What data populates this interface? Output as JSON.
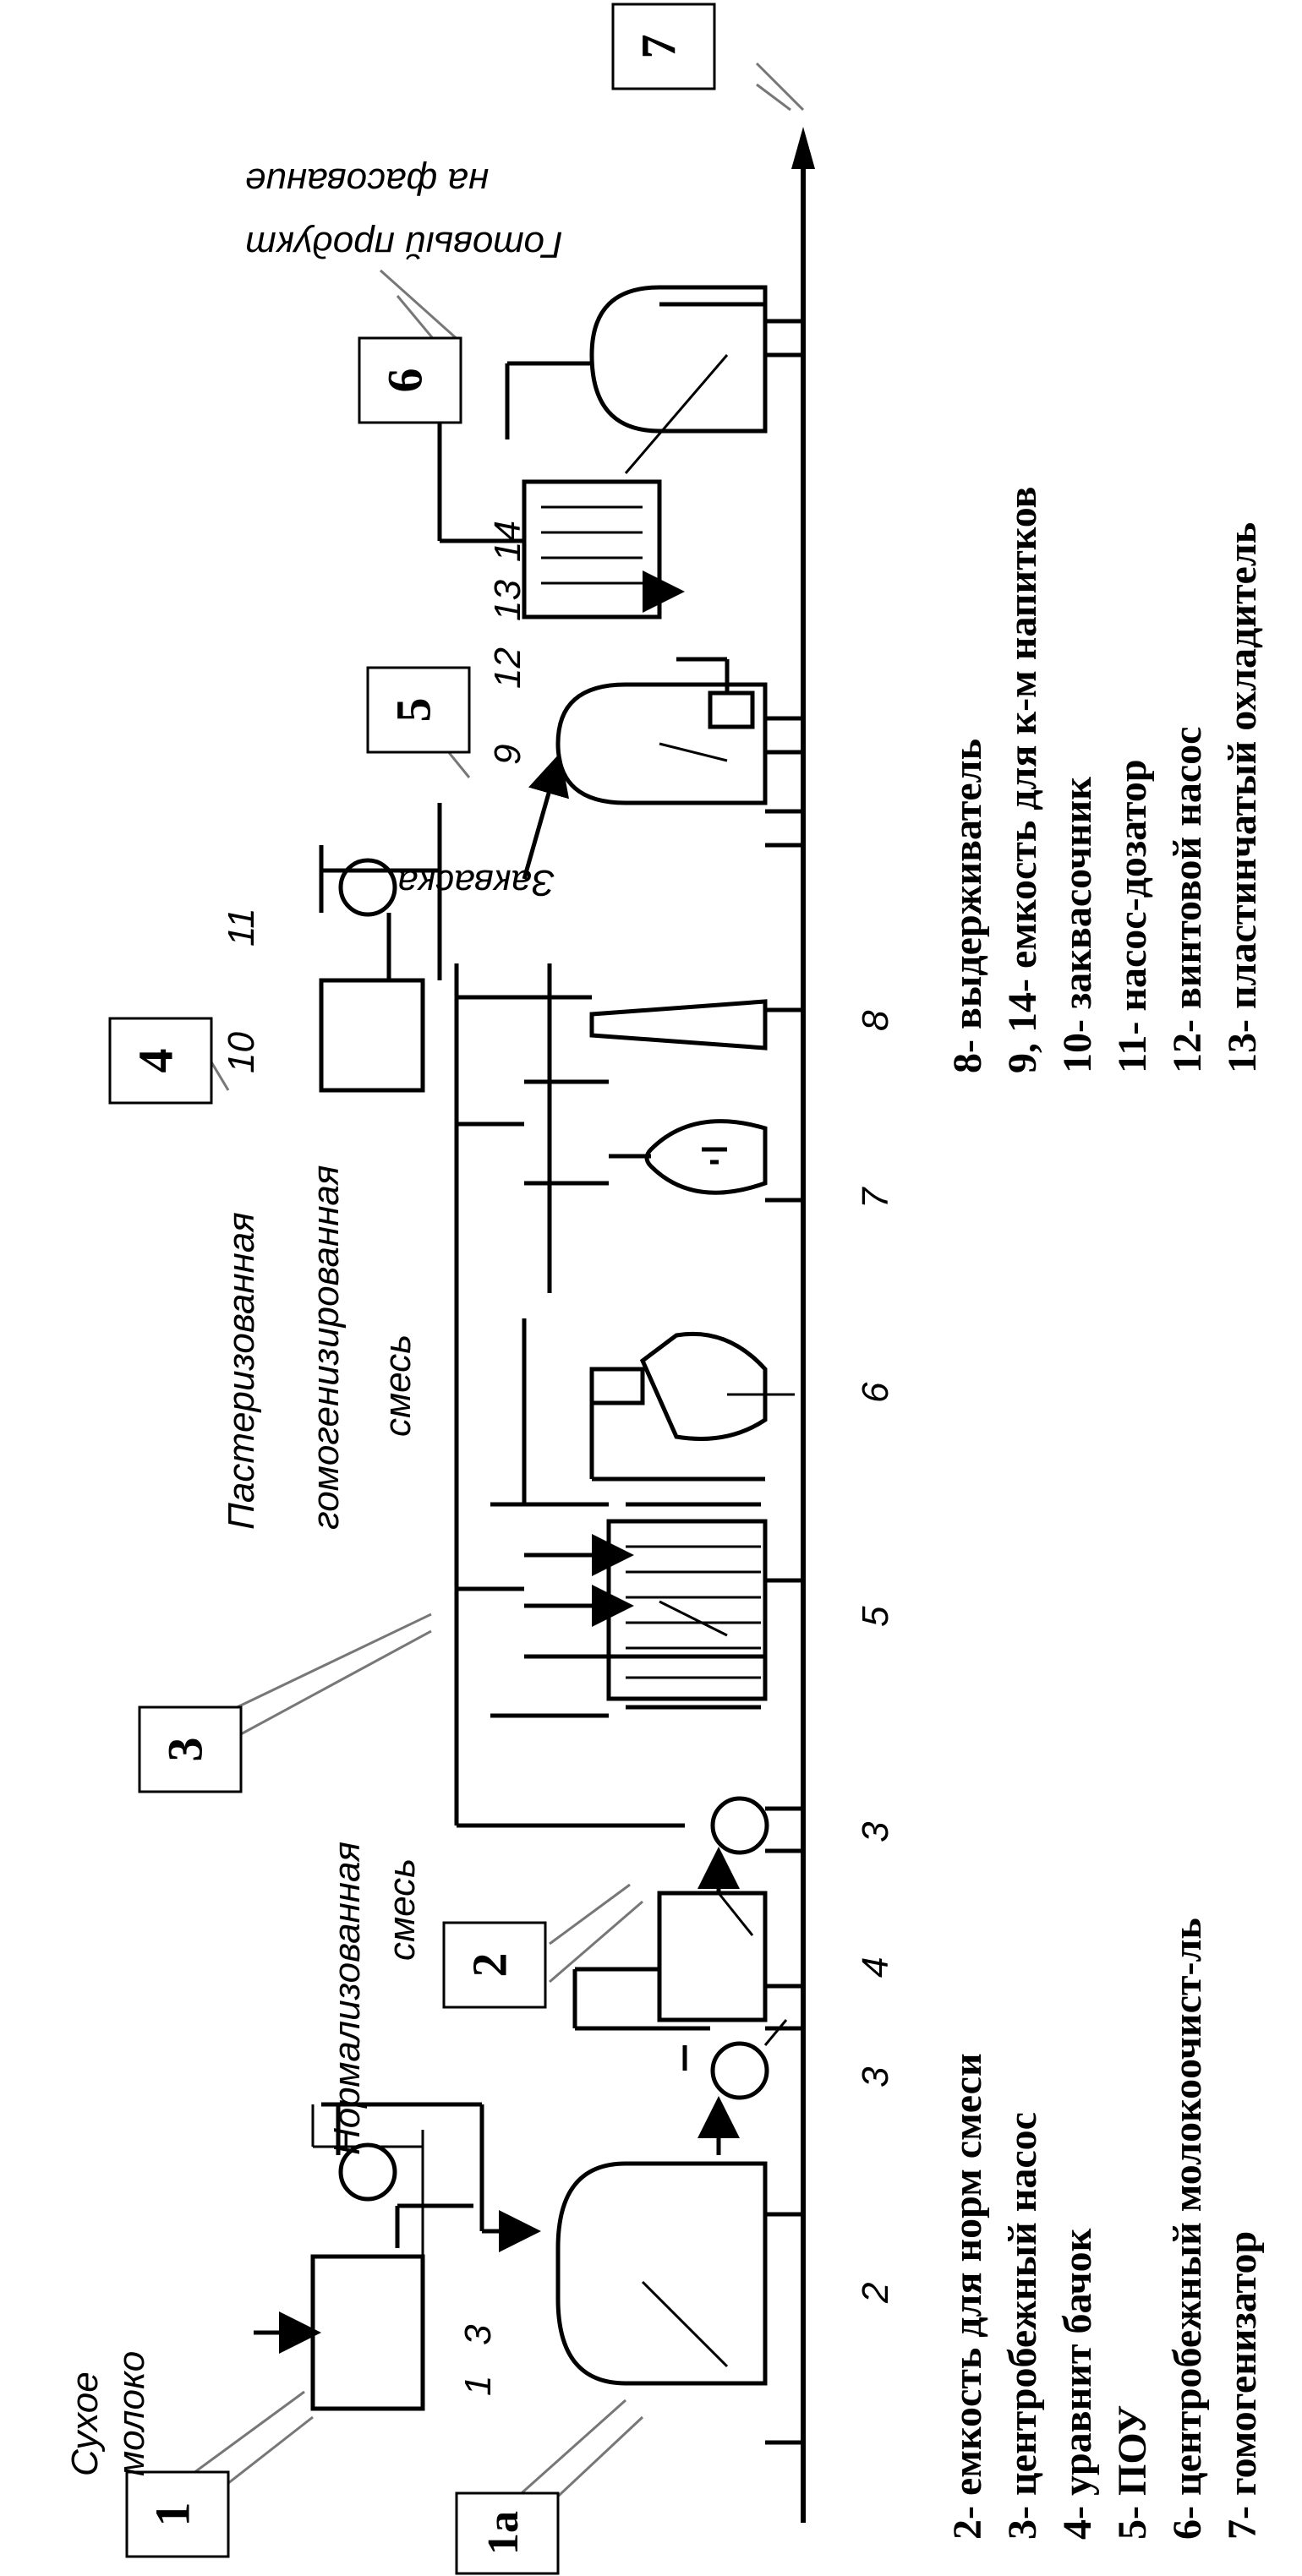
{
  "stage_boxes": [
    {
      "id": "box-1",
      "text": "1"
    },
    {
      "id": "box-1a",
      "text": "1a"
    },
    {
      "id": "box-2",
      "text": "2"
    },
    {
      "id": "box-3",
      "text": "3"
    },
    {
      "id": "box-4",
      "text": "4"
    },
    {
      "id": "box-5",
      "text": "5"
    },
    {
      "id": "box-6",
      "text": "6"
    },
    {
      "id": "box-7",
      "text": "7"
    }
  ],
  "flow_labels": {
    "dry_milk_1": "Сухое",
    "dry_milk_2": "молоко",
    "normalized_1": "Нормализованная",
    "normalized_2": "смесь",
    "pasteurized_1": "Пастеризованная",
    "pasteurized_2": "гомогенизированная",
    "pasteurized_3": "смесь",
    "starter": "Закваска",
    "product_1": "Готовый продукт",
    "product_2": "на фасование"
  },
  "equipment_numbers": {
    "n1": "1",
    "n3a": "3",
    "n2": "2",
    "n3b": "3",
    "n4": "4",
    "n3c": "3",
    "n5": "5",
    "n6": "6",
    "n7": "7",
    "n8": "8",
    "n10": "10",
    "n11": "11",
    "n9": "9",
    "n12": "12",
    "n13": "13",
    "n14": "14"
  },
  "legend": [
    "2- емкость для норм смеси",
    "3- центробежный насос",
    "4- уравнит бачок",
    "5- ПОУ",
    "6- центробежный молокоочист-ль",
    "7- гомогенизатор",
    "8- выдерживатель",
    "9, 14- емкость для к-м напитков",
    "10- заквасочник",
    "11- насос-дозатор",
    "12- винтовой насос",
    "13- пластинчатый охладитель"
  ]
}
